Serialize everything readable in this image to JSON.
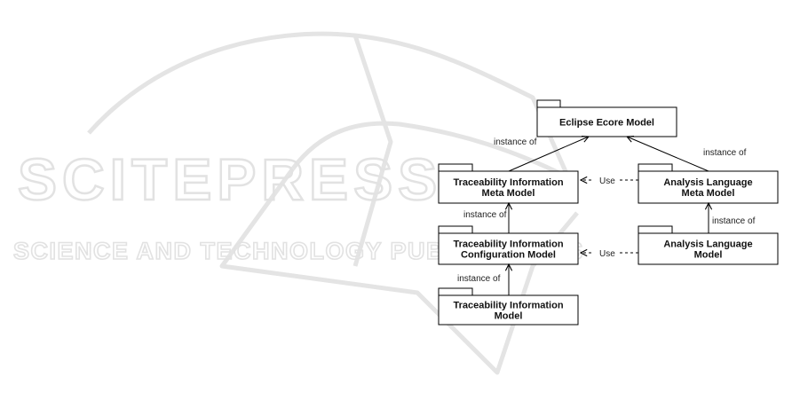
{
  "watermark": {
    "line1": "SCITEPRESS",
    "line2": "SCIENCE AND TECHNOLOGY PUBLICATIONS",
    "color": "#e6e6e6"
  },
  "diagram": {
    "stroke_color": "#000000",
    "fill_color": "#ffffff",
    "packages": [
      {
        "id": "ecore",
        "lines": [
          "Eclipse Ecore Model"
        ]
      },
      {
        "id": "ti_meta",
        "lines": [
          "Traceability Information",
          "Meta Model"
        ]
      },
      {
        "id": "al_meta",
        "lines": [
          "Analysis Language",
          "Meta Model"
        ]
      },
      {
        "id": "ti_config",
        "lines": [
          "Traceability Information",
          "Configuration Model"
        ]
      },
      {
        "id": "al_model",
        "lines": [
          "Analysis Language",
          "Model"
        ]
      },
      {
        "id": "ti_model",
        "lines": [
          "Traceability Information",
          "Model"
        ]
      }
    ],
    "edges": [
      {
        "id": "ti_meta_to_ecore",
        "label": "instance of"
      },
      {
        "id": "al_meta_to_ecore",
        "label": "instance of"
      },
      {
        "id": "ti_config_to_ti_meta",
        "label": "instance of"
      },
      {
        "id": "al_model_to_al_meta",
        "label": "instance of"
      },
      {
        "id": "ti_model_to_ti_config",
        "label": "instance of"
      },
      {
        "id": "al_meta_use_ti_meta",
        "label": "Use"
      },
      {
        "id": "al_model_use_ti_config",
        "label": "Use"
      }
    ]
  }
}
